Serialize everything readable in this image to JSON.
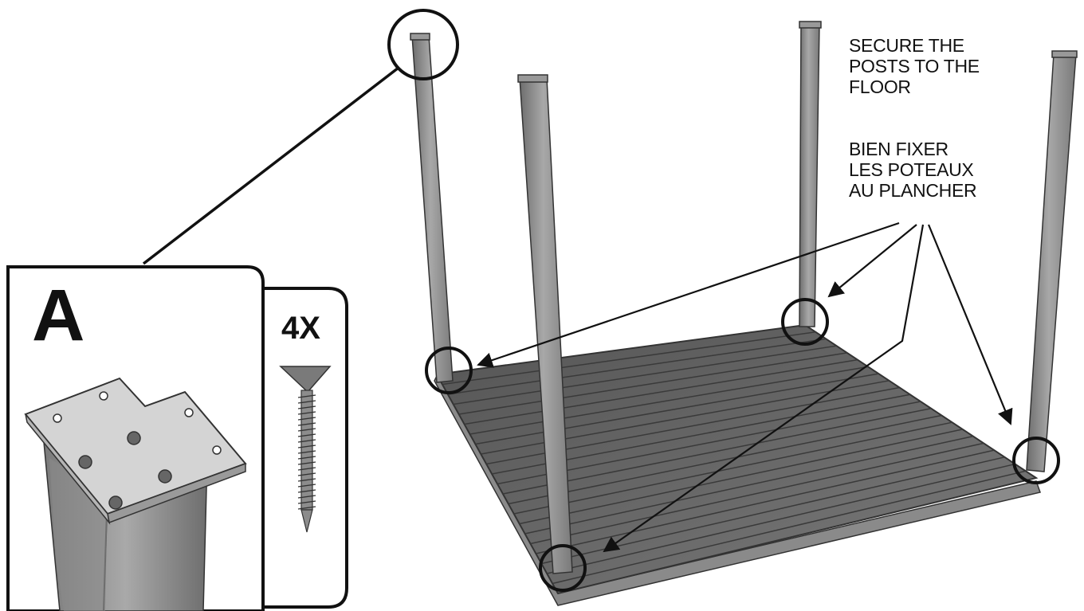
{
  "instructions": {
    "en": [
      "SECURE THE",
      "POSTS TO THE",
      "FLOOR"
    ],
    "fr": [
      "BIEN FIXER",
      "LES POTEAUX",
      "AU PLANCHER"
    ]
  },
  "detail": {
    "letter": "A",
    "quantity": "4X"
  },
  "icons": [
    "magnify-circle-icon",
    "screw-icon",
    "bracket-plate-icon",
    "arrow-icon"
  ],
  "colors": {
    "ink": "#111111",
    "post": "#8f8f8f",
    "floor": "#6f6f6f",
    "plate": "#d4d4d4"
  }
}
